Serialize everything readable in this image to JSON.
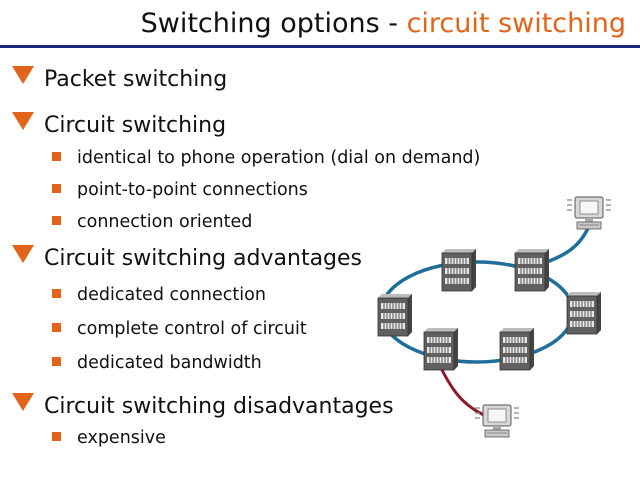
{
  "title": {
    "main": "Switching options - ",
    "accent": "circuit switching"
  },
  "sections": [
    {
      "heading": "Packet switching",
      "bullets": []
    },
    {
      "heading": "Circuit switching",
      "bullets": [
        "identical to phone operation (dial on demand)",
        "point-to-point connections",
        "connection oriented"
      ]
    },
    {
      "heading": "Circuit switching advantages",
      "bullets": [
        "dedicated connection",
        "complete control of circuit",
        "dedicated bandwidth"
      ]
    },
    {
      "heading": "Circuit switching disadvantages",
      "bullets": [
        "expensive"
      ]
    }
  ],
  "colors": {
    "accent": "#e2641b",
    "rule": "#1a2a7a",
    "ring": "#1f6f9a",
    "dedicated_link": "#8b1a2b"
  },
  "diagram": {
    "switch_count": 6,
    "host_count": 2,
    "icons": [
      "switch-icon",
      "computer-icon"
    ]
  }
}
